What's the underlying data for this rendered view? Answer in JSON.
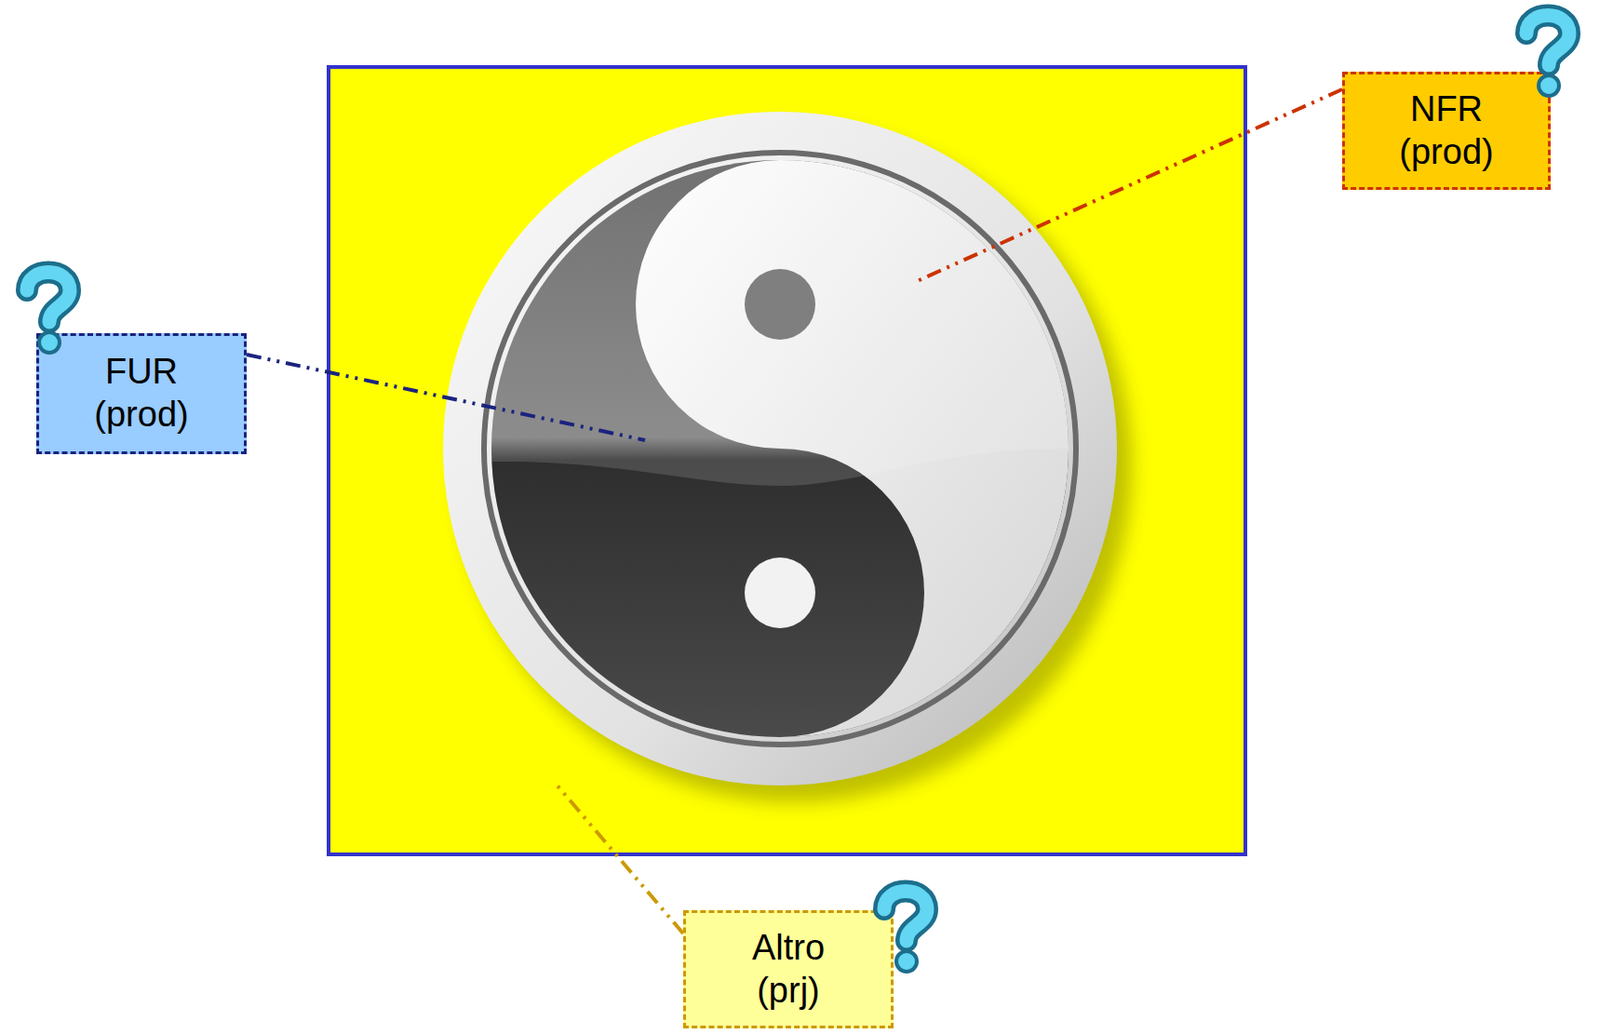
{
  "diagram": {
    "nodes": [
      {
        "text": [
          "FUR (prod)"
        ]
      },
      {
        "text": [
          "NFR (prod)"
        ]
      },
      {
        "text": [
          "Altro (prj)"
        ]
      }
    ]
  }
}
